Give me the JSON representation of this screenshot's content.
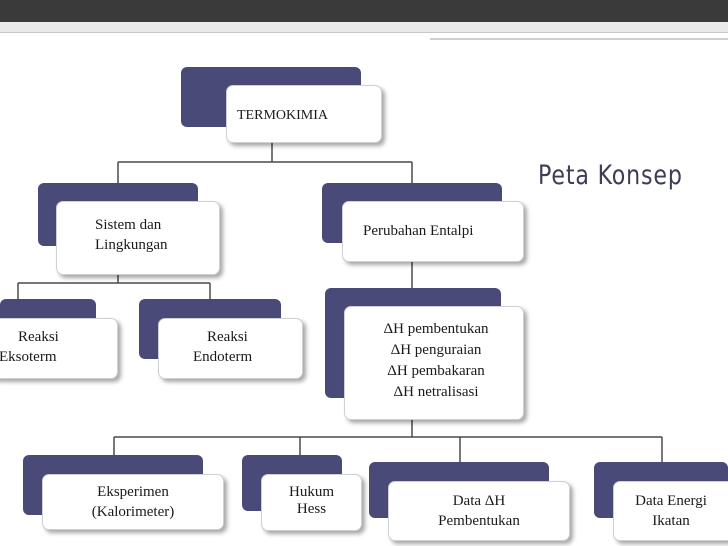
{
  "title": "Peta Konsep",
  "colors": {
    "box_back": "#4a4a78",
    "connector": "#4a4a4a",
    "title": "#3d3d55"
  },
  "nodes": {
    "root": {
      "line1": "TERMOKIMIA"
    },
    "sistem": {
      "line1": "Sistem dan",
      "line2": "Lingkungan"
    },
    "perubahan": {
      "line1": "Perubahan Entalpi"
    },
    "eksoterm": {
      "line1": "Reaksi",
      "line2": "Eksoterm"
    },
    "endoterm": {
      "line1": "Reaksi",
      "line2": "Endoterm"
    },
    "entalpi": {
      "line1": "ΔH pembentukan",
      "line2": "ΔH penguraian",
      "line3": "ΔH pembakaran",
      "line4": "ΔH netralisasi"
    },
    "eksperimen": {
      "line1": "Eksperimen",
      "line2": "(Kalorimeter)"
    },
    "hess": {
      "line1": "Hukum",
      "line2": "Hess"
    },
    "data_dh": {
      "line1": "Data ΔH",
      "line2": "Pembentukan"
    },
    "data_energi": {
      "line1": "Data Energi",
      "line2": "Ikatan"
    }
  }
}
